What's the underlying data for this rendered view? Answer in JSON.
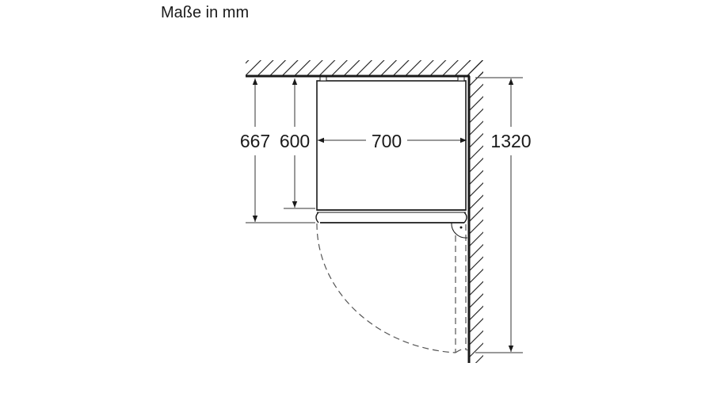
{
  "title": "Maße in mm",
  "dimensions": {
    "depth_total": "667",
    "depth_body": "600",
    "width": "700",
    "door_clearance": "1320"
  },
  "colors": {
    "line": "#1a1a1a",
    "dimension_line": "#333333",
    "dashed": "#555555",
    "background": "#ffffff"
  }
}
